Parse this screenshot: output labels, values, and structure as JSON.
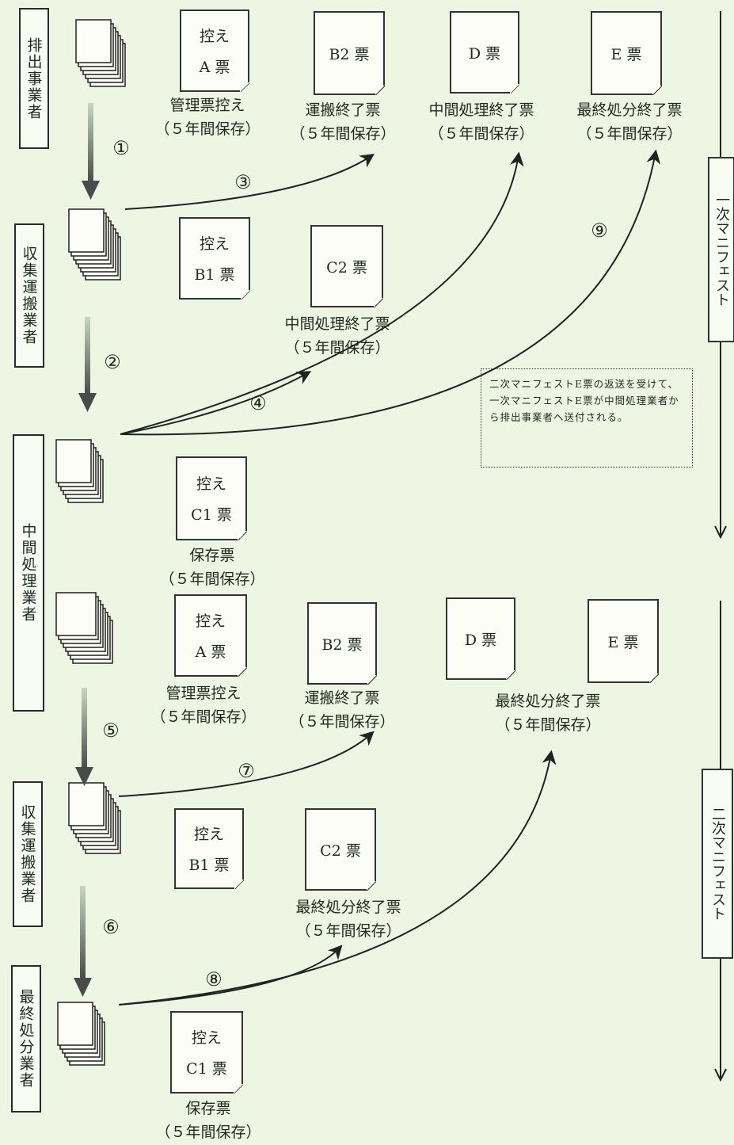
{
  "actors": {
    "a1": "排出事業者",
    "a2": "収集運搬業者",
    "a3": "中間処理業者",
    "a4": "収集運搬業者",
    "a5": "最終処分業者"
  },
  "slips": {
    "s1_a": {
      "l1": "控え",
      "l2": "A 票"
    },
    "s1_b2": {
      "l1": "B2 票"
    },
    "s1_d": {
      "l1": "D 票"
    },
    "s1_e": {
      "l1": "E 票"
    },
    "s2_b1": {
      "l1": "控え",
      "l2": "B1 票"
    },
    "s2_c2": {
      "l1": "C2 票"
    },
    "s3_c1": {
      "l1": "控え",
      "l2": "C1 票"
    },
    "s4_a": {
      "l1": "控え",
      "l2": "A 票"
    },
    "s4_b2": {
      "l1": "B2 票"
    },
    "s4_d": {
      "l1": "D 票"
    },
    "s4_e": {
      "l1": "E 票"
    },
    "s5_b1": {
      "l1": "控え",
      "l2": "B1 票"
    },
    "s5_c2": {
      "l1": "C2 票"
    },
    "s6_c1": {
      "l1": "控え",
      "l2": "C1 票"
    }
  },
  "captions": {
    "c1": {
      "l1": "管理票控え",
      "l2": "（５年間保存）"
    },
    "c2": {
      "l1": "運搬終了票",
      "l2": "（５年間保存）"
    },
    "c3": {
      "l1": "中間処理終了票",
      "l2": "（５年間保存）"
    },
    "c4": {
      "l1": "最終処分終了票",
      "l2": "（５年間保存）"
    },
    "c5": {
      "l1": "中間処理終了票",
      "l2": "（５年間保存）"
    },
    "c6": {
      "l1": "保存票",
      "l2": "（５年間保存）"
    },
    "c7": {
      "l1": "管理票控え",
      "l2": "（５年間保存）"
    },
    "c8": {
      "l1": "運搬終了票",
      "l2": "（５年間保存）"
    },
    "c9": {
      "l1": "最終処分終了票",
      "l2": "（５年間保存）"
    },
    "c10": {
      "l1": "最終処分終了票",
      "l2": "（５年間保存）"
    },
    "c11": {
      "l1": "保存票",
      "l2": "（５年間保存）"
    }
  },
  "steps": [
    "①",
    "②",
    "③",
    "④",
    "⑤",
    "⑥",
    "⑦",
    "⑧",
    "⑨"
  ],
  "note": "二次マニフェストE票の返送を受けて、一次マニフェストE票が中間処理業者から排出事業者へ送付される。",
  "side": {
    "primary": "一次マニフェスト",
    "secondary": "二次マニフェスト"
  }
}
